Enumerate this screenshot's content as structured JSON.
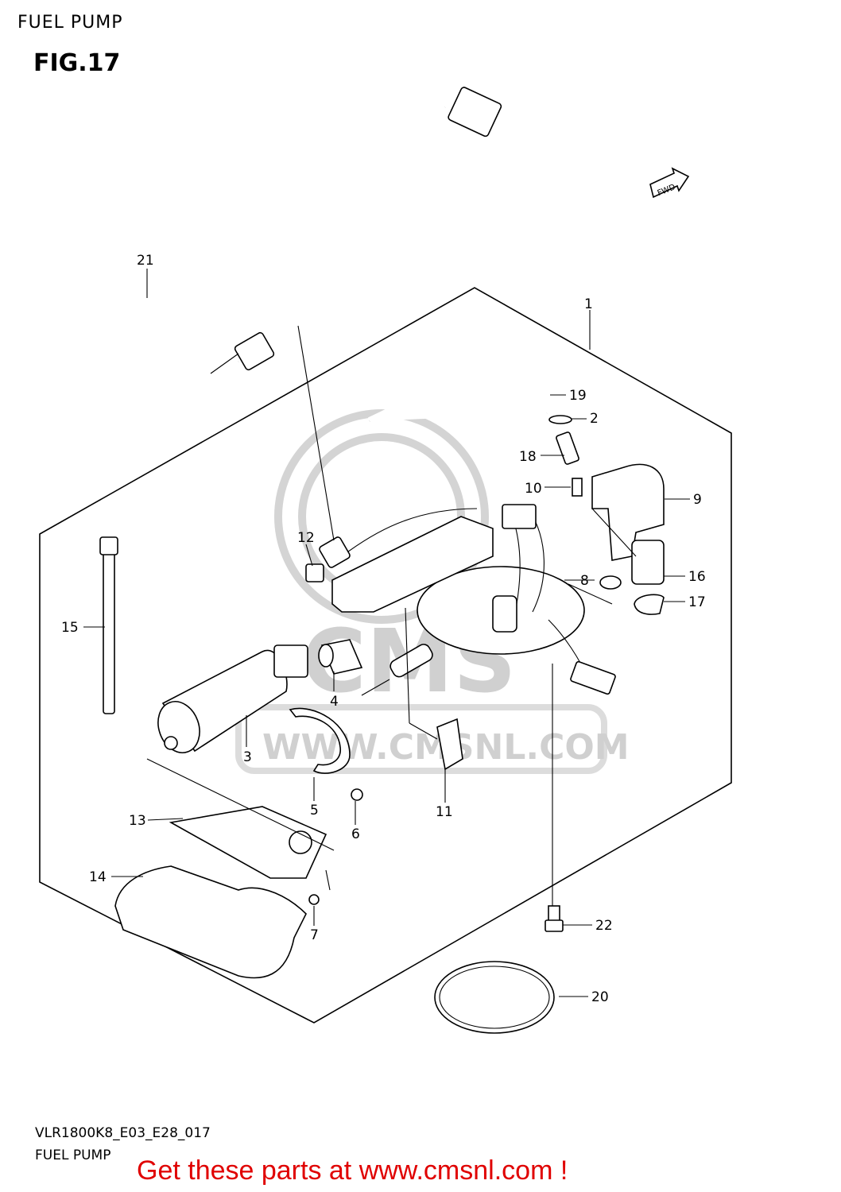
{
  "header": {
    "title": "FUEL PUMP",
    "figure": "FIG.17"
  },
  "footer": {
    "code": "VLR1800K8_E03_E28_017",
    "subtitle": "FUEL PUMP",
    "promo": "Get these parts at www.cmsnl.com !"
  },
  "badge": {
    "fwd": "FWD"
  },
  "watermark": {
    "brand": "CMS",
    "url": "WWW.CMSNL.COM"
  },
  "callouts": [
    "1",
    "2",
    "3",
    "4",
    "5",
    "6",
    "7",
    "8",
    "9",
    "10",
    "11",
    "12",
    "13",
    "14",
    "15",
    "16",
    "17",
    "18",
    "19",
    "20",
    "21",
    "22"
  ],
  "colors": {
    "promo": "#e00000",
    "line": "#000000",
    "watermark": "#d0d0d0"
  }
}
